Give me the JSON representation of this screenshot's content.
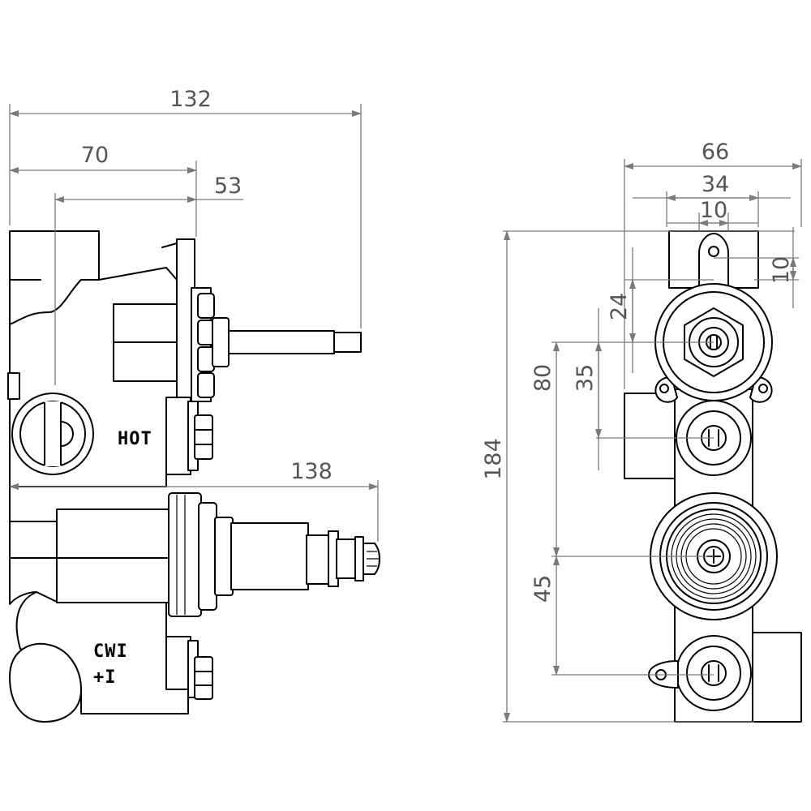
{
  "dimensions": {
    "d132": "132",
    "d70": "70",
    "d53": "53",
    "d138": "138",
    "d66": "66",
    "d34": "34",
    "d10a": "10",
    "d10b": "10",
    "d24": "24",
    "d80": "80",
    "d35": "35",
    "d184": "184",
    "d45": "45"
  },
  "labels": {
    "hot": "HOT",
    "cwi_top": "CWI",
    "cwi_bottom": "+I"
  }
}
